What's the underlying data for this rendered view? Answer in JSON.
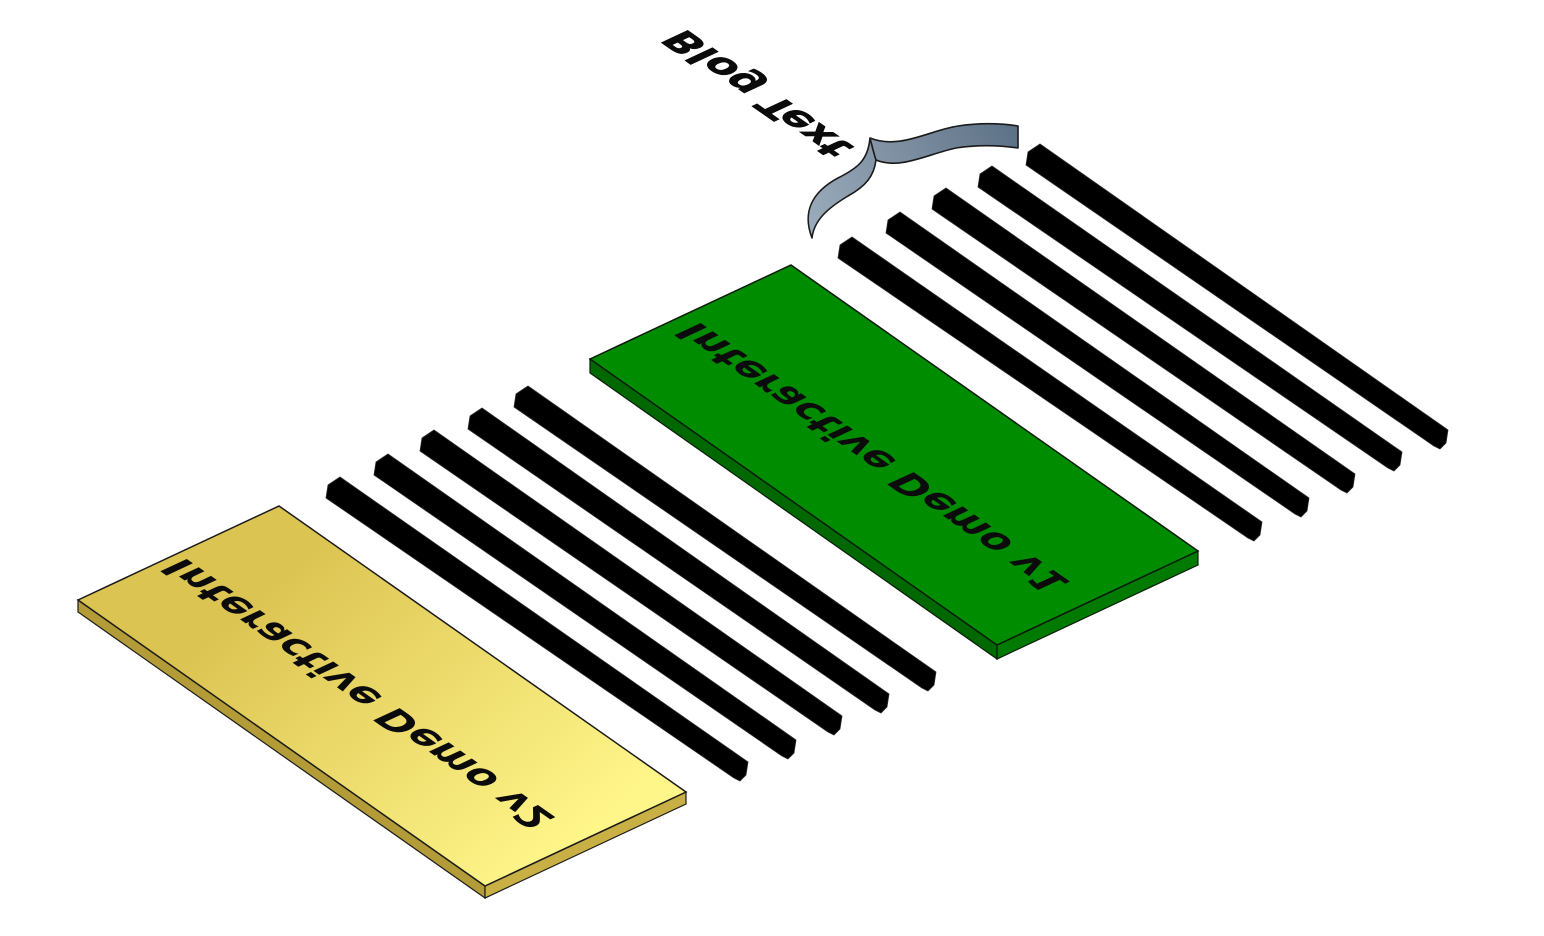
{
  "diagram": {
    "panels": [
      {
        "id": "panel-v1",
        "label": "Interactive Demo v1"
      },
      {
        "id": "panel-v2",
        "label": "Interactive Demo v2"
      }
    ],
    "annotation": {
      "label": "Blog Text"
    },
    "text_line_groups": [
      {
        "id": "top-right-group",
        "line_count": 5
      },
      {
        "id": "center-group",
        "line_count": 5
      }
    ]
  },
  "colors": {
    "panel_v1_top": "#008c00",
    "panel_v1_side": "#006800",
    "panel_v2_top_light": "#fff68a",
    "panel_v2_top_dark": "#dcc452",
    "panel_v2_side": "#b39c37",
    "ribbon": "#7f93a6",
    "text_line": "#000000",
    "edge": "#1a1a1a"
  }
}
